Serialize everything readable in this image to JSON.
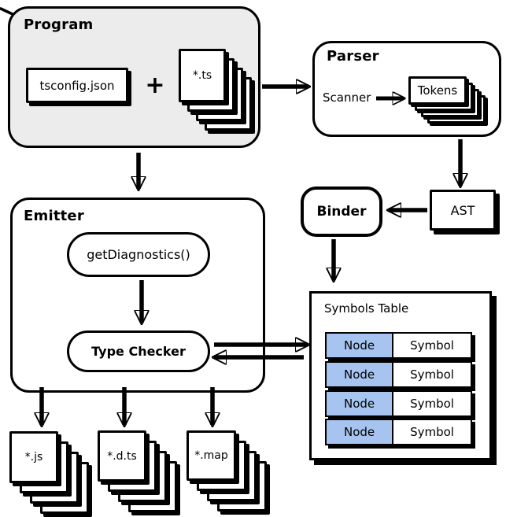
{
  "program": {
    "title": "Program",
    "tsconfig_label": "tsconfig.json",
    "plus_sign": "+",
    "ts_stack_label": "*.ts"
  },
  "parser": {
    "title": "Parser",
    "scanner_label": "Scanner",
    "tokens_label": "Tokens"
  },
  "ast": {
    "label": "AST"
  },
  "binder": {
    "label": "Binder"
  },
  "emitter": {
    "title": "Emitter",
    "get_diagnostics_label": "getDiagnostics()",
    "type_checker_label": "Type Checker"
  },
  "symbols_table": {
    "title": "Symbols Table",
    "rows": [
      {
        "node": "Node",
        "symbol": "Symbol"
      },
      {
        "node": "Node",
        "symbol": "Symbol"
      },
      {
        "node": "Node",
        "symbol": "Symbol"
      },
      {
        "node": "Node",
        "symbol": "Symbol"
      }
    ]
  },
  "outputs": {
    "js_label": "*.js",
    "dts_label": "*.d.ts",
    "map_label": "*.map"
  },
  "colors": {
    "program_fill": "#ececec",
    "node_cell_fill": "#a6c4ef",
    "stroke": "#000000",
    "box_fill": "#ffffff"
  }
}
